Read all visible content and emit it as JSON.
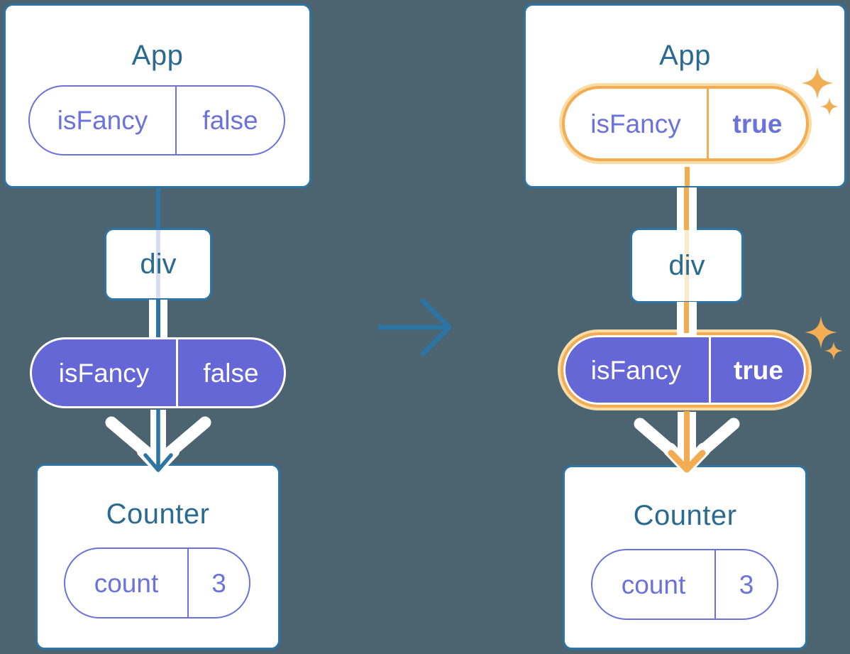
{
  "left_tree": {
    "app": {
      "title": "App",
      "prop_name": "isFancy",
      "prop_value": "false"
    },
    "div": {
      "label": "div"
    },
    "passed_prop": {
      "name": "isFancy",
      "value": "false"
    },
    "counter": {
      "title": "Counter",
      "state_name": "count",
      "state_value": "3"
    }
  },
  "right_tree": {
    "app": {
      "title": "App",
      "prop_name": "isFancy",
      "prop_value": "true"
    },
    "div": {
      "label": "div"
    },
    "passed_prop": {
      "name": "isFancy",
      "value": "true"
    },
    "counter": {
      "title": "Counter",
      "state_name": "count",
      "state_value": "3"
    }
  },
  "colors": {
    "background": "#4C6470",
    "card_border": "#2E75A4",
    "component_title": "#2A6A91",
    "prop_purple": "#6C72DB",
    "pill_purple_fill": "#6467D5",
    "highlight_orange": "#F3AC52",
    "highlight_halo": "#F9DCA6",
    "trace_lavender": "#D5DCF3",
    "trace_peach": "#FBE9CC",
    "arrow_white": "#FFFFFF"
  },
  "icons": {
    "transition_arrow": "arrow-right",
    "sparkle": "four-point-star"
  }
}
